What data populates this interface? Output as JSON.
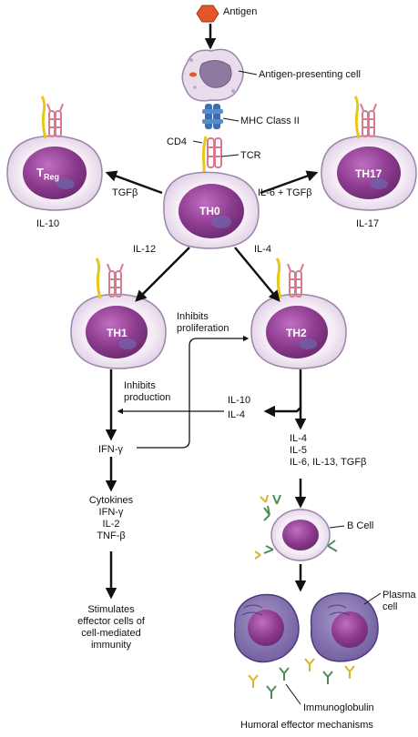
{
  "antigen": "Antigen",
  "apc": "Antigen-presenting cell",
  "mhc": "MHC Class II",
  "cd4": "CD4",
  "tcr": "TCR",
  "th0": "TH0",
  "treg": {
    "main": "T",
    "sub": "Reg"
  },
  "th17": "TH17",
  "th1": "TH1",
  "th2": "TH2",
  "tgfb": "TGFβ",
  "il6_tgfb": "IL-6 + TGFβ",
  "il10_left": "IL-10",
  "il17": "IL-17",
  "il12": "IL-12",
  "il4_top": "IL-4",
  "inhibits_proliferation": [
    "Inhibits",
    "proliferation"
  ],
  "inhibits_production": [
    "Inhibits",
    "production"
  ],
  "il10_mid": "IL-10",
  "il4_mid": "IL-4",
  "ifn": "IFN-γ",
  "cytokines": [
    "Cytokines",
    "IFN-γ",
    "IL-2",
    "TNF-β"
  ],
  "stimulates": [
    "Stimulates",
    "effector cells of",
    "cell-mediated",
    "immunity"
  ],
  "th2_cytokines": [
    "IL-4",
    "IL-5",
    "IL-6, IL-13, TGFβ"
  ],
  "bcell": "B Cell",
  "plasma": [
    "Plasma",
    "cell"
  ],
  "immunoglobulin": "Immunoglobulin",
  "humoral": "Humoral effector mechanisms",
  "colors": {
    "cell_outer": "#f1e8f3",
    "cell_outline": "#9a86a8",
    "nucleus": "#8c3b8e",
    "receptor": "#d77a8e",
    "mhc": "#3b6fb0",
    "cd4": "#e8c61a",
    "antigen": "#e2562a",
    "plasma": "#7a6aa8"
  }
}
